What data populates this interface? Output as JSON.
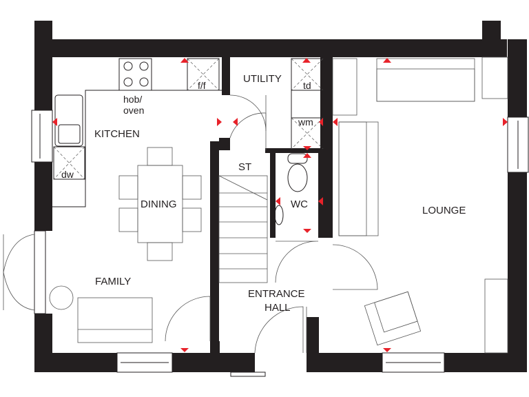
{
  "rooms": {
    "kitchen": "KITCHEN",
    "dining": "DINING",
    "family": "FAMILY",
    "utility": "UTILITY",
    "store": "ST",
    "wc": "WC",
    "lounge": "LOUNGE",
    "entrance_hall_line1": "ENTRANCE",
    "entrance_hall_line2": "HALL"
  },
  "appliances": {
    "hob_line1": "hob/",
    "hob_line2": "oven",
    "fridge_freezer": "f/f",
    "tumble_dryer": "td",
    "washing_machine": "wm",
    "dishwasher": "dw"
  },
  "colors": {
    "walls": "#231f20",
    "markers": "#e8222a"
  }
}
